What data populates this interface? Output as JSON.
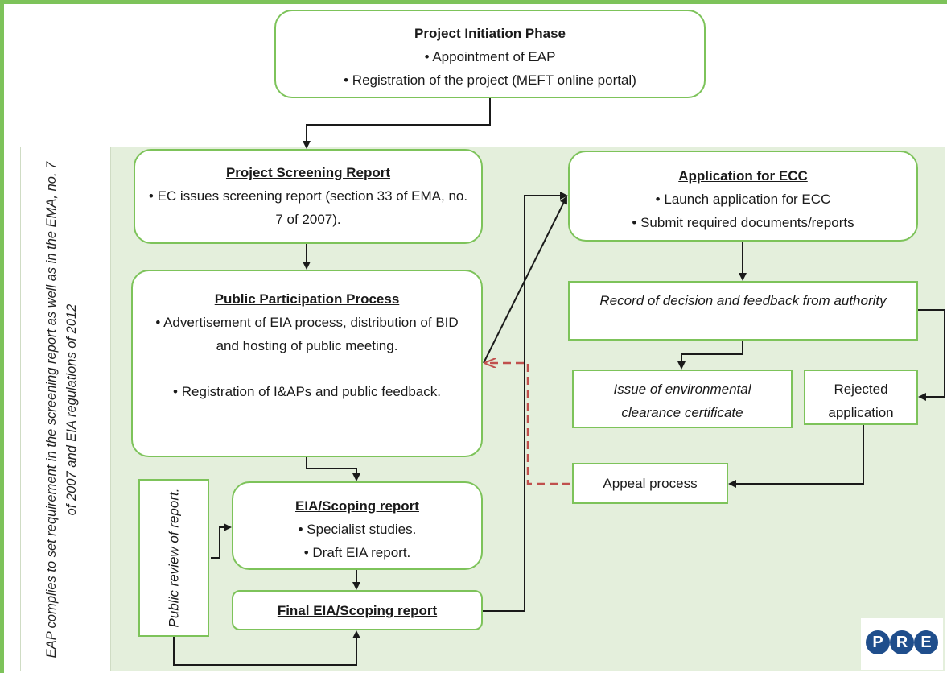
{
  "side_note": "EAP complies to set requirement in the screening report as well as in the EMA, no. 7 of 2007 and EIA regulations of 2012",
  "initiation": {
    "title": "Project Initiation Phase",
    "bullets": [
      "Appointment of EAP",
      "Registration of the project (MEFT online portal)"
    ]
  },
  "screening": {
    "title": "Project Screening Report",
    "bullets": [
      "EC issues screening report (section 33 of EMA, no. 7 of 2007)."
    ]
  },
  "participation": {
    "title": "Public Participation Process",
    "bullets": [
      "Advertisement of EIA process, distribution of BID and hosting of public meeting.",
      "Registration of I&APs and public feedback."
    ]
  },
  "scoping": {
    "title": "EIA/Scoping report",
    "bullets": [
      "Specialist studies.",
      "Draft EIA report."
    ]
  },
  "public_review": "Public review of report.",
  "final_report": "Final EIA/Scoping report",
  "ecc": {
    "title": "Application for ECC",
    "bullets": [
      "Launch application for ECC",
      "Submit required documents/reports"
    ]
  },
  "decision": "Record of decision and feedback from authority",
  "certificate": "Issue of environmental clearance certificate",
  "rejected": "Rejected application",
  "appeal": "Appeal process",
  "logo": [
    "P",
    "R",
    "E"
  ],
  "colors": {
    "box_border": "#7dc35a",
    "panel_bg": "#e4efdc",
    "arrow": "#1a1a1a",
    "appeal_link": "#c0504d",
    "logo": "#1f4e8c"
  }
}
